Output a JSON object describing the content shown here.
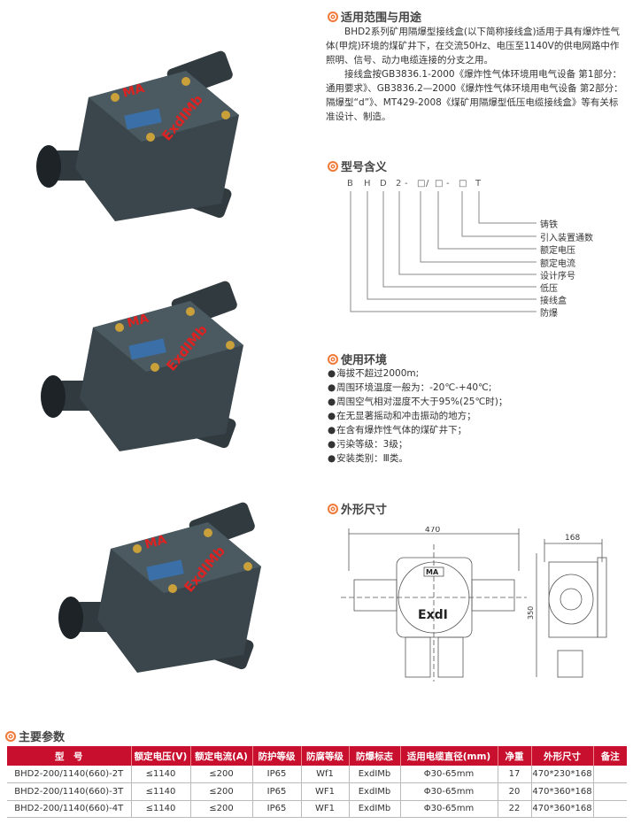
{
  "scope": {
    "heading": "适用范围与用途",
    "p1": "BHD2系列矿用隔爆型接线盒(以下简称接线盒)适用于具有爆炸性气体(甲烷)环境的煤矿井下，在交流50Hz、电压至1140V的供电网路中作照明、信号、动力电缆连接的分支之用。",
    "p2": "接线盒按GB3836.1-2000《爆炸性气体环境用电气设备 第1部分：通用要求》、GB3836.2—2000《爆炸性气体环境用电气设备 第2部分：隔爆型“d”》、MT429-2008《煤矿用隔爆型低压电缆接线盒》等有关标准设计、制造。"
  },
  "model": {
    "heading": "型号含义",
    "code": [
      "B",
      "H",
      "D",
      "2",
      "-",
      "□",
      "/",
      "□",
      "-",
      "□",
      "T"
    ],
    "labels": [
      "铸铁",
      "引入装置通数",
      "额定电压",
      "额定电流",
      "设计序号",
      "低压",
      "接线盒",
      "防爆"
    ]
  },
  "env": {
    "heading": "使用环境",
    "items": [
      "海拔不超过2000m;",
      "周围环境温度一般为：-20℃-+40℃;",
      "周围空气相对湿度不大于95%(25℃时)；",
      "在无显著摇动和冲击振动的地方；",
      "在含有爆炸性气体的煤矿井下；",
      "污染等级：3级；",
      "安装类别：Ⅲ类。"
    ]
  },
  "dims": {
    "heading": "外形尺寸",
    "width": "470",
    "depth": "168",
    "height": "350",
    "mark": "ExdI",
    "logo": "MA"
  },
  "product": {
    "logo": "MA",
    "mark": "ExdIMb"
  },
  "params": {
    "heading": "主要参数",
    "headers": [
      "型　号",
      "额定电压(V)",
      "额定电流(A)",
      "防护等级",
      "防腐等级",
      "防爆标志",
      "适用电缆直径(mm)",
      "净重",
      "外形尺寸",
      "备注"
    ],
    "rows": [
      [
        "BHD2-200/1140(660)-2T",
        "≤1140",
        "≤200",
        "IP65",
        "Wf1",
        "ExdIMb",
        "Φ30-65mm",
        "17",
        "470*230*168",
        ""
      ],
      [
        "BHD2-200/1140(660)-3T",
        "≤1140",
        "≤200",
        "IP65",
        "WF1",
        "ExdIMb",
        "Φ30-65mm",
        "20",
        "470*360*168",
        ""
      ],
      [
        "BHD2-200/1140(660)-4T",
        "≤1140",
        "≤200",
        "IP65",
        "WF1",
        "ExdIMb",
        "Φ30-65mm",
        "22",
        "470*360*168",
        ""
      ]
    ]
  },
  "colors": {
    "accent": "#c8102e",
    "ring": "#f07a3a",
    "box": "#2f3a40"
  }
}
